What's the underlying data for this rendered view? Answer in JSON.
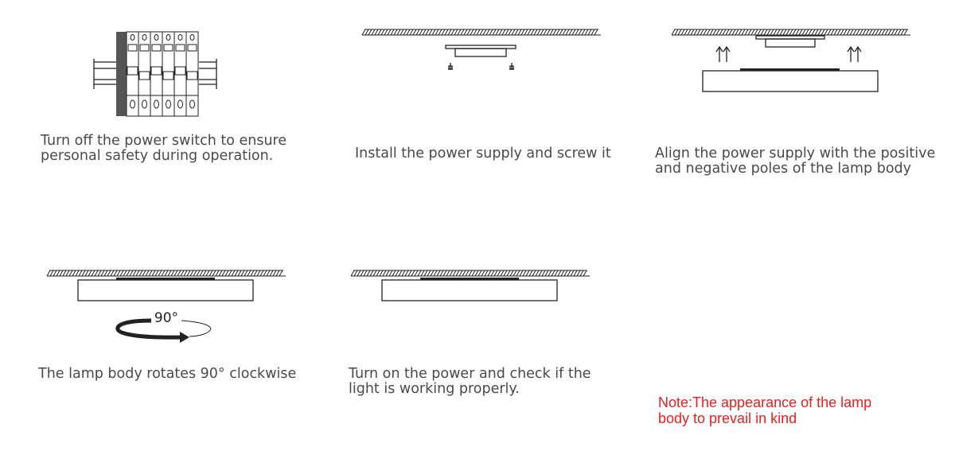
{
  "steps": [
    {
      "caption": [
        "Turn off the power switch to ensure",
        "personal safety during operation."
      ]
    },
    {
      "caption": [
        "Install the power supply and screw it"
      ]
    },
    {
      "caption": [
        "Align the power supply with the positive",
        "and negative poles of the lamp body"
      ]
    },
    {
      "caption": [
        "The lamp body rotates 90° clockwise"
      ],
      "rotation_label": "90°"
    },
    {
      "caption": [
        "Turn on the power and check if the",
        "light is working properly."
      ]
    }
  ],
  "note": [
    "Note:The appearance of the lamp",
    "body to prevail in kind"
  ],
  "colors": {
    "note": "#e8211d",
    "text": "#4a4a4a",
    "line": "#222222"
  }
}
